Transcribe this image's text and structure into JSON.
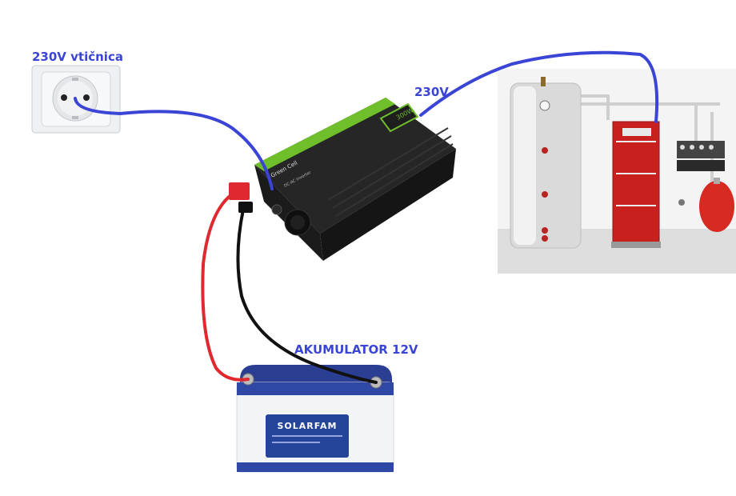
{
  "labels": {
    "socket": "230V vtičnica",
    "output_voltage": "230V",
    "battery": "AKUMULATOR 12V"
  },
  "inverter": {
    "brand": "Green Cell",
    "power": "300W",
    "subtitle": "DC-AC Inverter"
  },
  "battery": {
    "brand": "SOLARFAM"
  },
  "colors": {
    "label_text": "#3a45d6",
    "ac_cable": "#3a45d6",
    "positive_cable": "#e0282f",
    "negative_cable": "#111111",
    "inverter_body": "#1c1c1c",
    "inverter_accent": "#6fbf2a"
  },
  "icons": [
    "wall-socket-icon",
    "inverter-icon",
    "battery-icon",
    "boiler-room-icon"
  ]
}
